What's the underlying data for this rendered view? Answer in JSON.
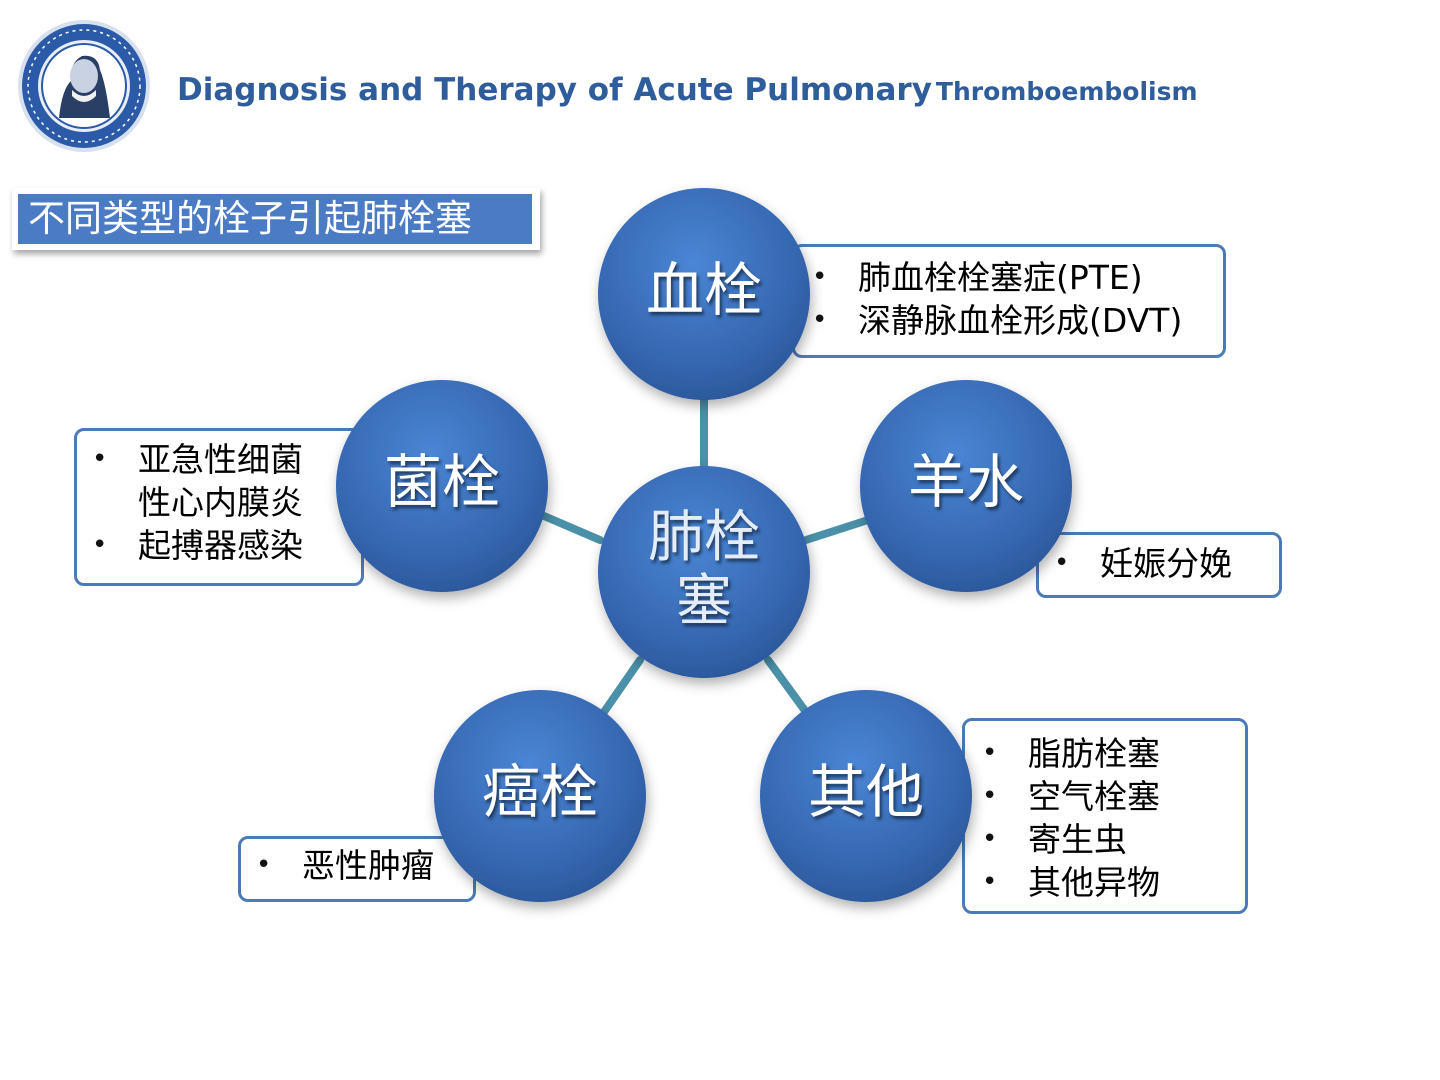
{
  "header": {
    "title_main": "Diagnosis and Therapy of Acute Pulmonary",
    "title_sub": "Thromboembolism",
    "logo_icon": "hospital-seal-icon"
  },
  "subtitle": "不同类型的栓子引起肺栓塞",
  "colors": {
    "accent": "#2f5d9b",
    "circle": "#3a6fb8",
    "box_border": "#4c7ab8",
    "connector": "#4a90a8"
  },
  "diagram": {
    "center": {
      "line1": "肺栓",
      "line2": "塞"
    },
    "nodes": [
      {
        "label": "血栓",
        "items": [
          "肺血栓栓塞症(PTE)",
          "深静脉血栓形成(DVT)"
        ]
      },
      {
        "label": "羊水",
        "items": [
          "妊娠分娩"
        ]
      },
      {
        "label": "其他",
        "items": [
          "脂肪栓塞",
          "空气栓塞",
          "寄生虫",
          "其他异物"
        ]
      },
      {
        "label": "癌栓",
        "items": [
          "恶性肿瘤"
        ]
      },
      {
        "label": "菌栓",
        "items": [
          "亚急性细菌性心内膜炎",
          "起搏器感染"
        ]
      }
    ],
    "item_lines": {
      "jun_1a": "亚急性细菌",
      "jun_1b": "性心内膜炎"
    }
  }
}
